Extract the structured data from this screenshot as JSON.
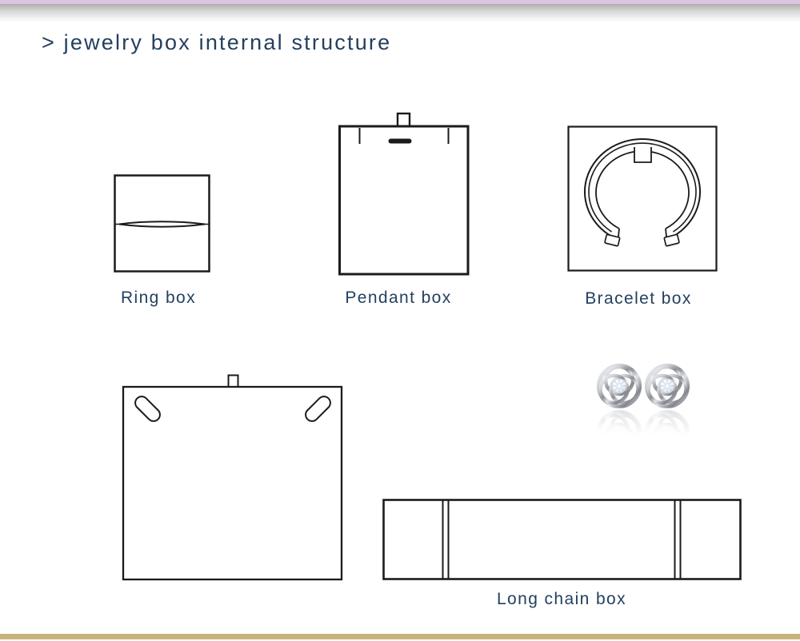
{
  "header": {
    "title": "> jewelry box internal structure"
  },
  "diagrams": {
    "ring": {
      "label": "Ring box"
    },
    "pendant": {
      "label": "Pendant box"
    },
    "bracelet": {
      "label": "Bracelet box"
    },
    "necklace_board": {
      "label": ""
    },
    "long_chain": {
      "label": "Long chain box"
    }
  },
  "icons": {
    "earrings": "silver-swirl-stud-earrings"
  },
  "colors": {
    "top_accent": "#dcc5e2",
    "top_shadow": "#aeaeae",
    "bottom_bar": "#c6b47c",
    "text": "#24405f",
    "line": "#1b1b1b"
  }
}
